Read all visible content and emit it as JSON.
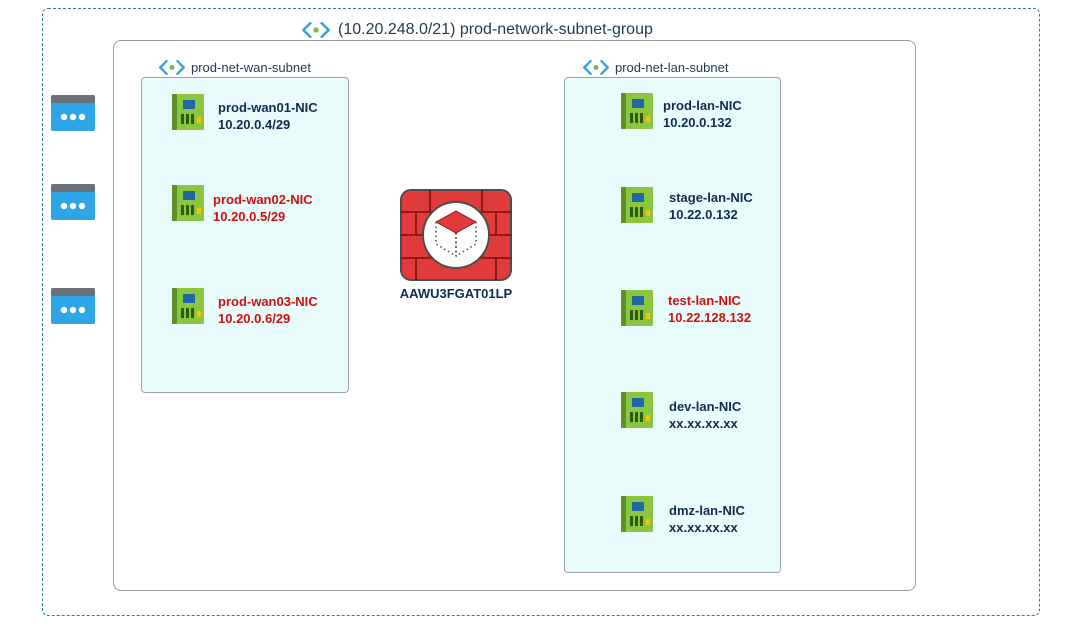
{
  "vnet": {
    "title": "(10.20.248.0/21) prod-network-subnet-group"
  },
  "subnets": {
    "wan": {
      "label": "prod-net-wan-subnet",
      "nics": [
        {
          "name": "prod-wan01-NIC",
          "ip": "10.20.0.4/29",
          "alert": false
        },
        {
          "name": "prod-wan02-NIC",
          "ip": "10.20.0.5/29",
          "alert": true
        },
        {
          "name": "prod-wan03-NIC",
          "ip": "10.20.0.6/29",
          "alert": true
        }
      ]
    },
    "lan": {
      "label": "prod-net-lan-subnet",
      "nics": [
        {
          "name": "prod-lan-NIC",
          "ip": "10.20.0.132",
          "alert": false
        },
        {
          "name": "stage-lan-NIC",
          "ip": "10.22.0.132",
          "alert": false
        },
        {
          "name": "test-lan-NIC",
          "ip": "10.22.128.132",
          "alert": true
        },
        {
          "name": "dev-lan-NIC",
          "ip": "xx.xx.xx.xx",
          "alert": false
        },
        {
          "name": "dmz-lan-NIC",
          "ip": "xx.xx.xx.xx",
          "alert": false
        }
      ]
    }
  },
  "firewall": {
    "name": "AAWU3FGAT01LP",
    "icon": "firewall-icon"
  },
  "vms": {
    "count": 3,
    "icon": "virtual-machine-icon"
  },
  "colors": {
    "normal_text": "#0f2d4f",
    "alert_text": "#cc1111",
    "subnet_fill": "#e9fcfc",
    "firewall_red": "#e23b3b",
    "nic_green": "#8cc63f",
    "vm_blue": "#2ea6e6"
  }
}
